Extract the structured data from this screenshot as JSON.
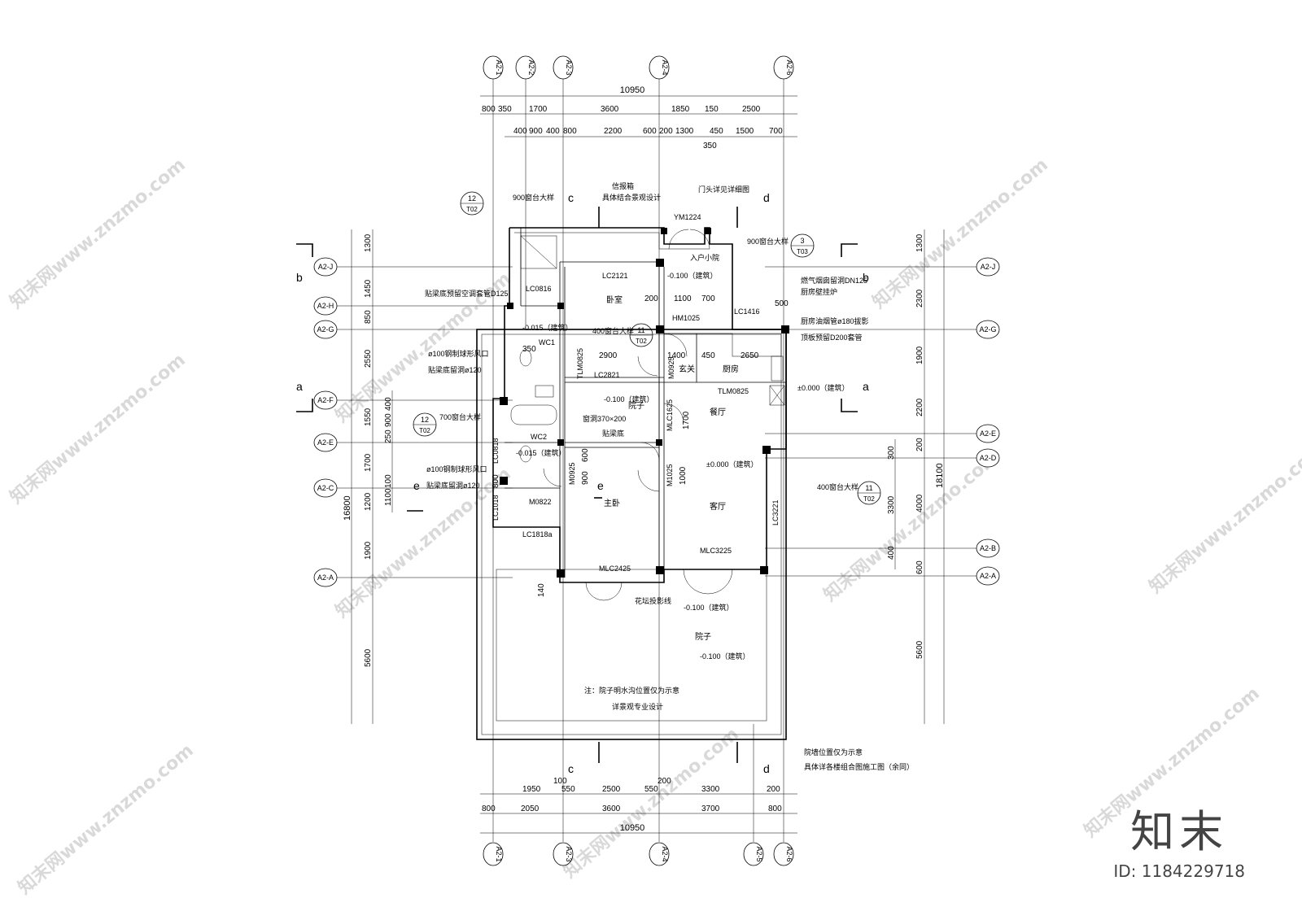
{
  "axes_top": [
    "A2-1",
    "A2-2",
    "A2-3",
    "A2-4",
    "A2-6"
  ],
  "axes_bottom": [
    "A2-1",
    "A2-3",
    "A2-4",
    "A2-5",
    "A2-6"
  ],
  "axes_left": [
    "A2-J",
    "A2-H",
    "A2-G",
    "A2-F",
    "A2-E",
    "A2-C",
    "A2-A"
  ],
  "axes_right": [
    "A2-J",
    "A2-G",
    "A2-E",
    "A2-D",
    "A2-B",
    "A2-A"
  ],
  "dims": {
    "top_total": "10950",
    "top_row2": [
      "800",
      "350",
      "1700",
      "3600",
      "1850",
      "150",
      "2500"
    ],
    "top_row3": [
      "400",
      "900",
      "400",
      "800",
      "2200",
      "600",
      "200",
      "1300",
      "450",
      "1500",
      "700"
    ],
    "top_350": "350",
    "bottom_row1": [
      "1950",
      "100",
      "550",
      "2500",
      "200",
      "550",
      "3300",
      "200"
    ],
    "bottom_row2": [
      "800",
      "2050",
      "3600",
      "3700",
      "800"
    ],
    "bottom_total": "10950",
    "left_col1": [
      "1300",
      "1450",
      "850",
      "2550",
      "1550",
      "1700",
      "1200",
      "1900",
      "5600"
    ],
    "left_total": "16800",
    "left_col2": [
      "400",
      "900",
      "250",
      "100",
      "1100"
    ],
    "right_col1": [
      "1300",
      "2300",
      "1900",
      "2200",
      "200",
      "4000",
      "600",
      "5600"
    ],
    "right_total": "18100",
    "right_col2": [
      "300",
      "3300",
      "400"
    ]
  },
  "rooms": {
    "bedroom": "卧室",
    "master": "主卧",
    "living": "客厅",
    "dining": "餐厅",
    "kitchen": "厨房",
    "foyer": "玄关",
    "courtyard": "院子",
    "courtyard2": "院子",
    "entry": "入户小院",
    "wc1": "WC1",
    "wc2": "WC2"
  },
  "labels": {
    "yd": "YM1224",
    "lc2121": "LC2121",
    "lc0816": "LC0816",
    "lc2821": "LC2821",
    "lc1416": "LC1416",
    "lc0818": "LC0818",
    "lc1018": "LC1018",
    "lc1818": "LC1818a",
    "lc3221": "LC3221",
    "mlc2425": "MLC2425",
    "mlc3225": "MLC3225",
    "mlc1625": "MLC1625",
    "hm1025": "HM1025",
    "tlm0825a": "TLM0825",
    "tlm0825b": "TLM0825",
    "m0925a": "M0925",
    "m0925b": "M0925",
    "m1025": "M1025",
    "m0822": "M0822",
    "elev_a": "-0.100（建筑）",
    "elev_b": "-0.015（建筑）",
    "elev_c": "-0.100（建筑）",
    "elev_d": "±0.000（建筑）",
    "elev_e": "-0.015（建筑）",
    "elev_f": "±0.000（建筑）",
    "elev_g": "-0.100（建筑）",
    "elev_h": "-0.100（建筑）",
    "note1": "信报箱",
    "note1b": "具体结合景观设计",
    "note2": "门头详见详细图",
    "note3": "900窗台大样",
    "note4": "900窗台大样",
    "note5": "700窗台大样",
    "note6": "400窗台大样",
    "note7": "400窗台大样",
    "note8": "贴梁底预留空调套管D125",
    "note9": "ø100钢制球形风口",
    "note9b": "贴梁底留洞ø120",
    "note10": "ø100钢制球形风口",
    "note10b": "贴梁底留洞ø120",
    "note11": "燃气烟囱留洞DN125",
    "note12": "厨房壁挂炉",
    "note13": "厨房油烟管ø180拔影",
    "note14": "顶板预留D200套管",
    "note15": "窗洞370×200",
    "note16": "贴梁底",
    "note17": "花坛投影线",
    "note18": "注：院子明水沟位置仅为示意",
    "note18b": "详景观专业设计",
    "note19": "院墙位置仅为示意",
    "note19b": "具体详各楼组合图施工图（余同）",
    "ref_12": "12",
    "ref_t02": "T02",
    "ref_3": "3",
    "ref_t03": "T03",
    "ref_11": "11",
    "dim_200": "200",
    "dim_1100": "1100",
    "dim_700": "700",
    "dim_500": "500",
    "dim_2900": "2900",
    "dim_350": "350",
    "dim_1400": "1400",
    "dim_450": "450",
    "dim_2650": "2650",
    "dim_1700": "1700",
    "dim_140": "140",
    "dim_900": "900",
    "dim_600": "600",
    "dim_1000": "1000",
    "dim_800": "800"
  },
  "sections": [
    "a",
    "a",
    "b",
    "b",
    "c",
    "c",
    "d",
    "d",
    "e",
    "e"
  ],
  "watermark": "知末网www.znzmo.com",
  "logo": {
    "mark": "知末",
    "id": "ID: 1184229718"
  }
}
